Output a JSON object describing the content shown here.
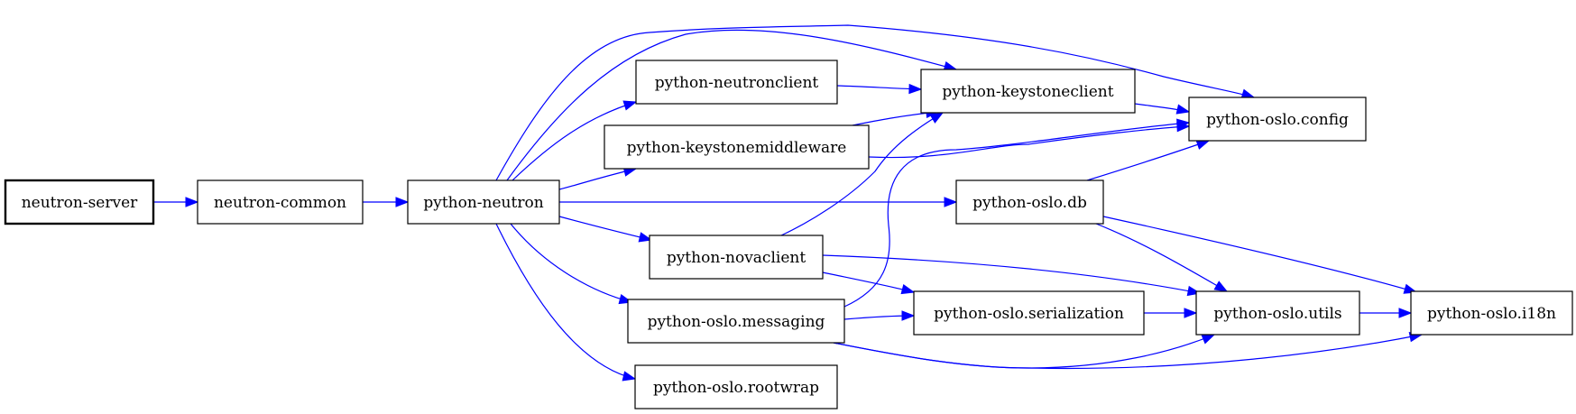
{
  "graph": {
    "nodes": [
      {
        "id": "neutron-server",
        "label": "neutron-server",
        "root": true
      },
      {
        "id": "neutron-common",
        "label": "neutron-common"
      },
      {
        "id": "python-neutron",
        "label": "python-neutron"
      },
      {
        "id": "python-neutronclient",
        "label": "python-neutronclient"
      },
      {
        "id": "python-keystonemiddleware",
        "label": "python-keystonemiddleware"
      },
      {
        "id": "python-novaclient",
        "label": "python-novaclient"
      },
      {
        "id": "python-oslo-messaging",
        "label": "python-oslo.messaging"
      },
      {
        "id": "python-oslo-rootwrap",
        "label": "python-oslo.rootwrap"
      },
      {
        "id": "python-keystoneclient",
        "label": "python-keystoneclient"
      },
      {
        "id": "python-oslo-db",
        "label": "python-oslo.db"
      },
      {
        "id": "python-oslo-serialization",
        "label": "python-oslo.serialization"
      },
      {
        "id": "python-oslo-config",
        "label": "python-oslo.config"
      },
      {
        "id": "python-oslo-utils",
        "label": "python-oslo.utils"
      },
      {
        "id": "python-oslo-i18n",
        "label": "python-oslo.i18n"
      }
    ],
    "edges": [
      {
        "from": "neutron-server",
        "to": "neutron-common"
      },
      {
        "from": "neutron-common",
        "to": "python-neutron"
      },
      {
        "from": "python-neutron",
        "to": "python-oslo-config"
      },
      {
        "from": "python-neutron",
        "to": "python-keystoneclient"
      },
      {
        "from": "python-neutron",
        "to": "python-neutronclient"
      },
      {
        "from": "python-neutron",
        "to": "python-keystonemiddleware"
      },
      {
        "from": "python-neutron",
        "to": "python-oslo-db"
      },
      {
        "from": "python-neutron",
        "to": "python-novaclient"
      },
      {
        "from": "python-neutron",
        "to": "python-oslo-messaging"
      },
      {
        "from": "python-neutron",
        "to": "python-oslo-rootwrap"
      },
      {
        "from": "python-neutronclient",
        "to": "python-keystoneclient"
      },
      {
        "from": "python-keystonemiddleware",
        "to": "python-keystoneclient"
      },
      {
        "from": "python-keystonemiddleware",
        "to": "python-oslo-config"
      },
      {
        "from": "python-keystoneclient",
        "to": "python-oslo-config"
      },
      {
        "from": "python-novaclient",
        "to": "python-keystoneclient"
      },
      {
        "from": "python-novaclient",
        "to": "python-oslo-utils"
      },
      {
        "from": "python-novaclient",
        "to": "python-oslo-serialization"
      },
      {
        "from": "python-oslo-db",
        "to": "python-oslo-config"
      },
      {
        "from": "python-oslo-db",
        "to": "python-oslo-utils"
      },
      {
        "from": "python-oslo-db",
        "to": "python-oslo-i18n"
      },
      {
        "from": "python-oslo-messaging",
        "to": "python-oslo-config"
      },
      {
        "from": "python-oslo-messaging",
        "to": "python-oslo-serialization"
      },
      {
        "from": "python-oslo-messaging",
        "to": "python-oslo-utils"
      },
      {
        "from": "python-oslo-messaging",
        "to": "python-oslo-i18n"
      },
      {
        "from": "python-oslo-serialization",
        "to": "python-oslo-utils"
      },
      {
        "from": "python-oslo-utils",
        "to": "python-oslo-i18n"
      }
    ]
  },
  "colors": {
    "edge": "#0000ff",
    "node_border": "#000000",
    "background": "#ffffff"
  }
}
